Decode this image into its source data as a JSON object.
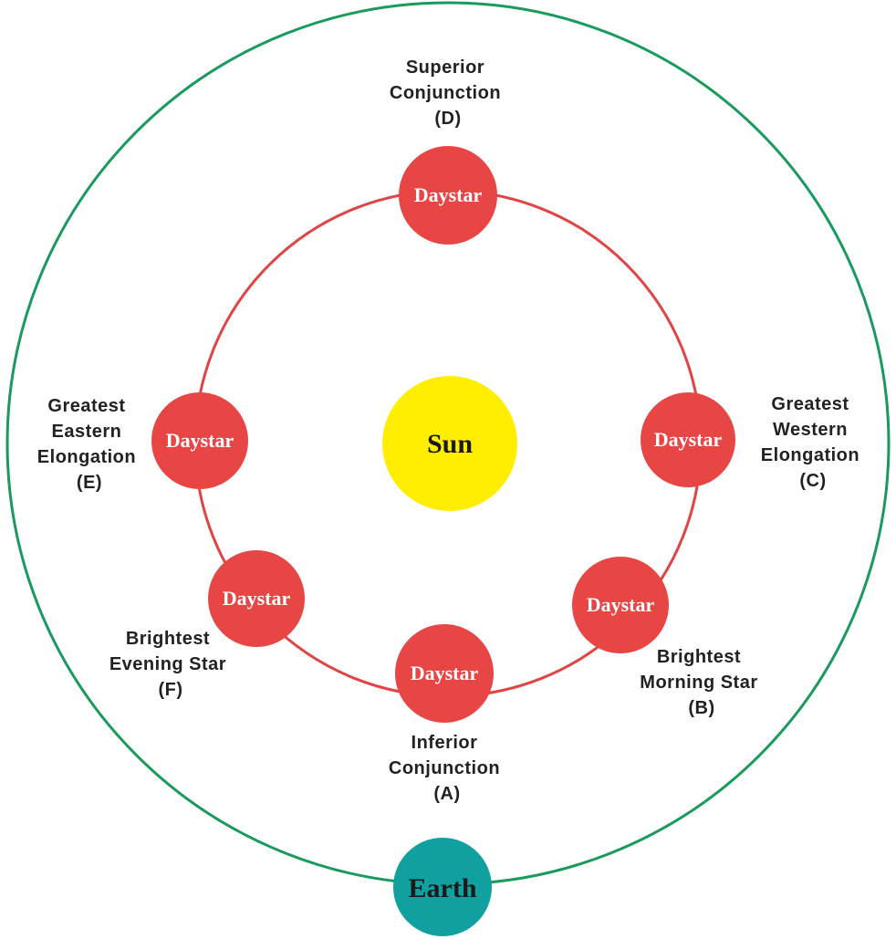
{
  "colors": {
    "outer_orbit": "#1a9a5c",
    "inner_orbit": "#e04545",
    "planet": "#e84545",
    "sun": "#ffee00",
    "earth": "#10a0a0"
  },
  "sun_label": "Sun",
  "earth_label": "Earth",
  "planet_label": "Daystar",
  "positions": [
    {
      "id": "D",
      "lines": [
        "Superior",
        "Conjunction",
        "(D)"
      ]
    },
    {
      "id": "C",
      "lines": [
        "Greatest",
        "Western",
        "Elongation",
        "(C)"
      ]
    },
    {
      "id": "B",
      "lines": [
        "Brightest",
        "Morning Star",
        "(B)"
      ]
    },
    {
      "id": "A",
      "lines": [
        "Inferior",
        "Conjunction",
        "(A)"
      ]
    },
    {
      "id": "F",
      "lines": [
        "Brightest",
        "Evening Star",
        "(F)"
      ]
    },
    {
      "id": "E",
      "lines": [
        "Greatest",
        "Eastern",
        "Elongation",
        "(E)"
      ]
    }
  ]
}
